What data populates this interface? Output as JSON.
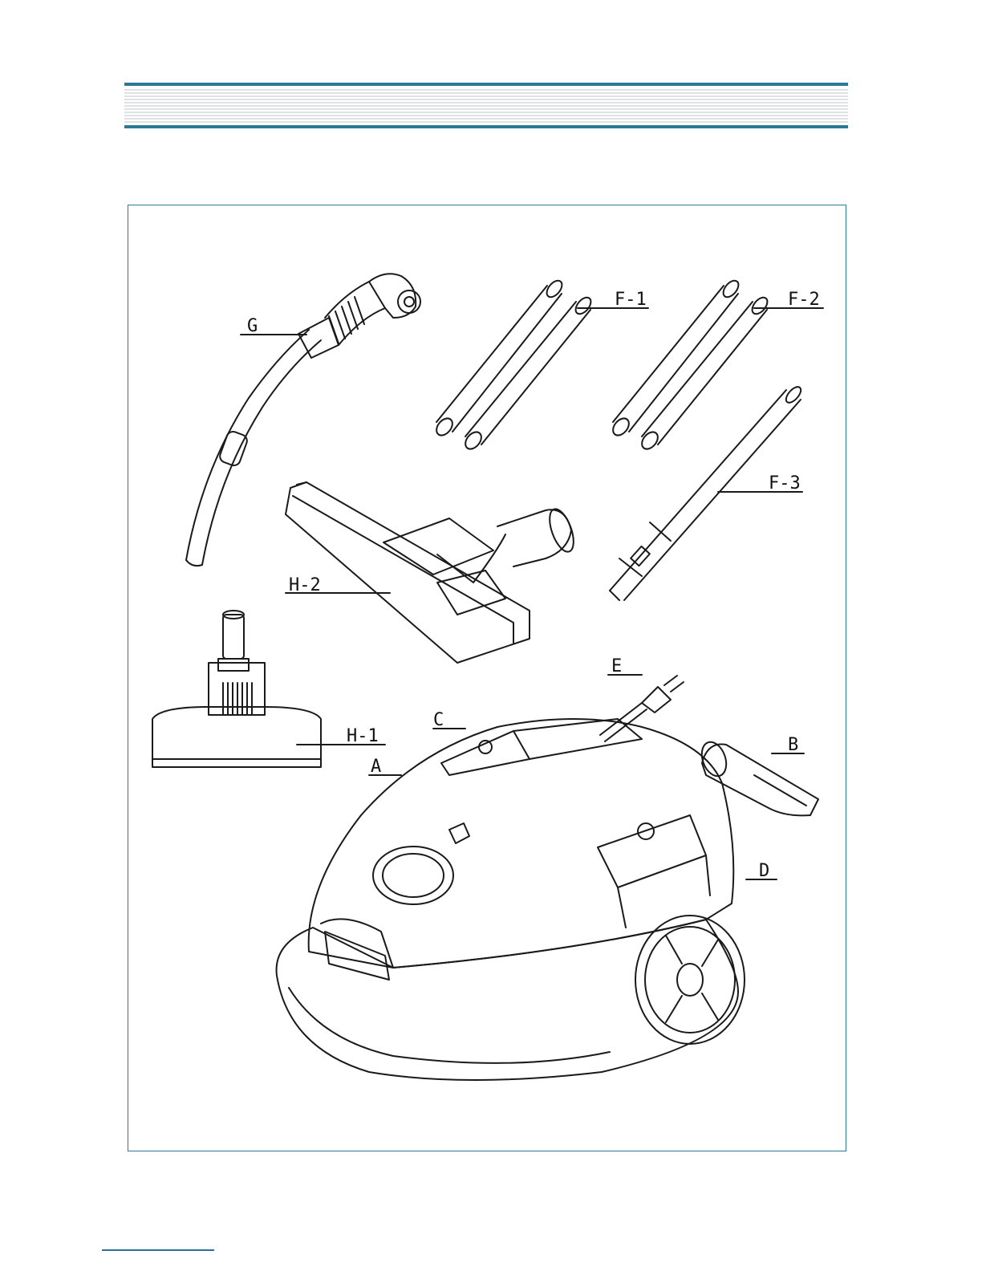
{
  "colors": {
    "accent": "#2a7a95",
    "line": "#1a1a1a"
  },
  "figure": {
    "labels": {
      "A": "A",
      "B": "B",
      "C": "C",
      "D": "D",
      "E": "E",
      "F1": "F-1",
      "F2": "F-2",
      "F3": "F-3",
      "G": "G",
      "H1": "H-1",
      "H2": "H-2"
    }
  }
}
